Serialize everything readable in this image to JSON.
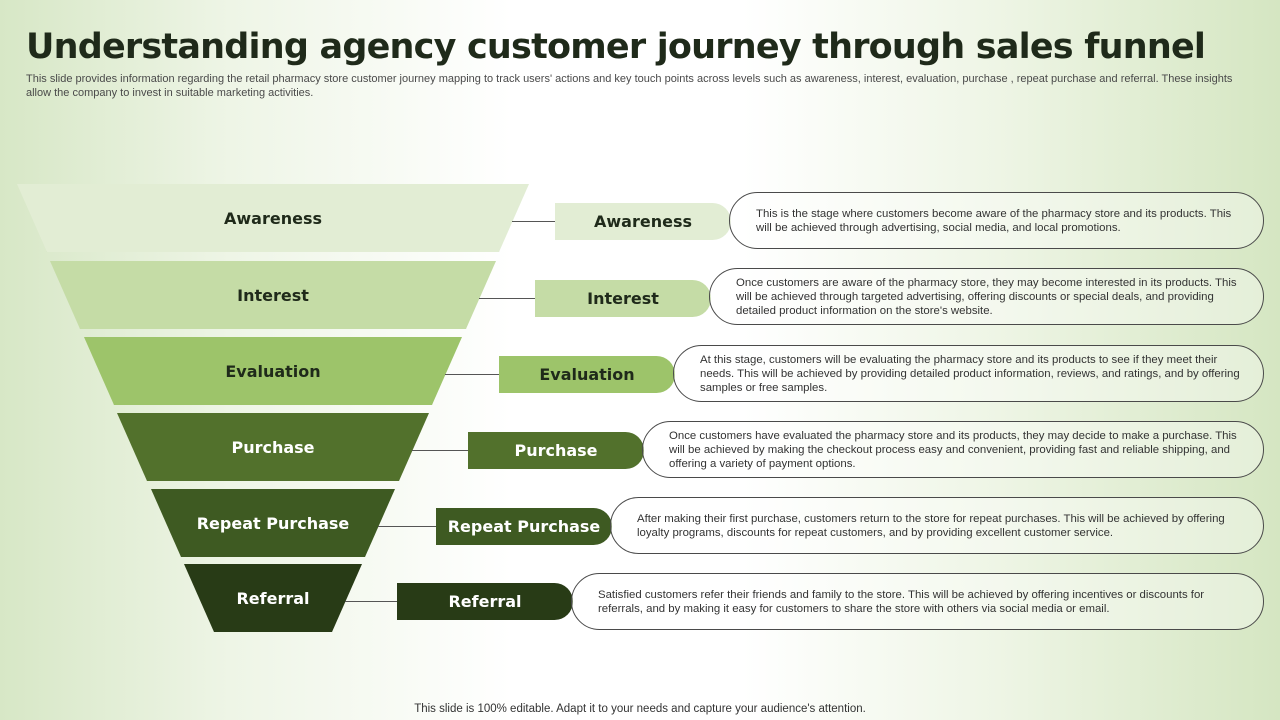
{
  "header": {
    "title": "Understanding agency customer journey through sales funnel",
    "subtitle": "This slide provides information regarding the retail pharmacy store customer journey mapping to track users' actions and key touch points across levels such as awareness, interest, evaluation, purchase , repeat purchase and referral. These insights allow the company to invest in suitable marketing activities."
  },
  "stages": [
    {
      "name": "Awareness",
      "color": "#e2edd4",
      "text_color": "#1f2a1a",
      "description": "This is the stage where customers become aware of the pharmacy store and its products. This will be achieved through advertising, social media, and local promotions."
    },
    {
      "name": "Interest",
      "color": "#c5dca6",
      "text_color": "#1f2a1a",
      "description": "Once customers are aware of the pharmacy store, they may become interested in its products. This will be achieved through targeted advertising, offering discounts or special deals, and providing detailed product information on the store's website."
    },
    {
      "name": "Evaluation",
      "color": "#9dc46a",
      "text_color": "#1f2a1a",
      "description": "At this stage, customers will be evaluating the pharmacy store and its products to see if they meet their needs. This will be achieved by providing detailed product information, reviews, and ratings, and by offering samples or free samples."
    },
    {
      "name": "Purchase",
      "color": "#52712c",
      "text_color": "#ffffff",
      "description": "Once customers have evaluated the pharmacy store and its products, they may decide to make a purchase. This will be achieved by making the checkout process easy and convenient, providing fast and reliable shipping, and offering a variety  of payment options."
    },
    {
      "name": "Repeat Purchase",
      "color": "#3e5a22",
      "text_color": "#ffffff",
      "description": "After  making their first purchase, customers return to the store for repeat purchases. This will be achieved by offering loyalty programs, discounts for repeat customers, and by providing excellent customer service."
    },
    {
      "name": "Referral",
      "color": "#283b16",
      "text_color": "#ffffff",
      "description": "Satisfied customers refer their friends and family to the store. This will be achieved by offering incentives or discounts for referrals, and by making it easy for customers to share the store with others via  social media or email."
    }
  ],
  "footer": {
    "note": "This slide is 100% editable. Adapt it to your needs and capture your audience's attention."
  }
}
